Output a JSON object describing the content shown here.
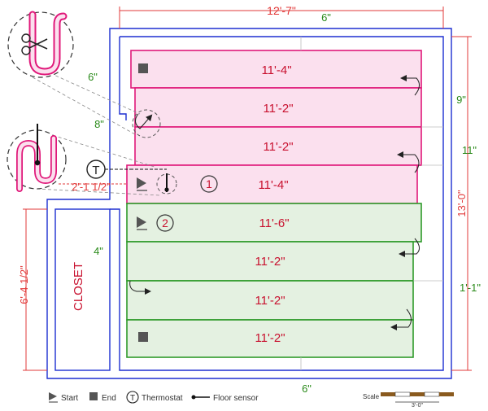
{
  "dimensions": {
    "top_total": "12'-7\"",
    "top_margin": "6\"",
    "right_total": "13'-0\"",
    "right_upper": "9\"",
    "right_mid": "11\"",
    "right_lower": "1'-1\"",
    "left_top": "6\"",
    "left_notch": "8\"",
    "thermostat_offset": "2'-1 1/2\"",
    "left_gap": "4\"",
    "closet_height": "6'-4 1/2\"",
    "bottom_margin": "6\""
  },
  "closet_label": "CLOSET",
  "zones": [
    {
      "number": "1",
      "runs": [
        "11'-4\"",
        "11'-2\"",
        "11'-2\"",
        "11'-4\""
      ]
    },
    {
      "number": "2",
      "runs": [
        "11'-6\"",
        "11'-2\"",
        "11'-2\"",
        "11'-2\""
      ]
    }
  ],
  "thermostat_symbol": "T",
  "legend": {
    "start": "Start",
    "end": "End",
    "thermostat": "Thermostat",
    "sensor": "Floor sensor",
    "thermostat_symbol": "T"
  },
  "scale": {
    "label": "Scale",
    "value": "3'-0\""
  },
  "colors": {
    "wall": "#1d2fd1",
    "zone1_stroke": "#e0187a",
    "zone1_fill": "#fbe0ee",
    "zone2_stroke": "#2e9a2a",
    "zone2_fill": "#e4f1e1",
    "dimension_red": "#e23a3a",
    "dimension_green": "#2a8a1a"
  }
}
